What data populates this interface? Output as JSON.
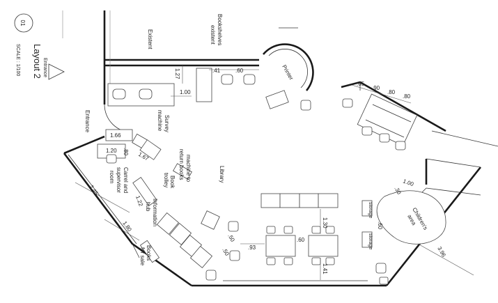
{
  "title_block": {
    "number": "01",
    "subtitle": "Entrance",
    "title": "Layout 2",
    "scale": "SCALE : 1/100"
  },
  "labels": {
    "existent": "Existent",
    "bookshelves_1": "Bookshelves",
    "bookshelves_2": "existent",
    "printer": "Printer",
    "entrance": "Entrance",
    "survey_1": "Survey",
    "survey_2": "machine",
    "return_1": "machine to",
    "return_2": "return books",
    "trolley_1": "Book",
    "trolley_2": "trolley",
    "library": "Library",
    "carrel_1": "Carrel and",
    "carrel_2": "supervisor",
    "carrel_3": "room",
    "info_1": "Information",
    "info_2": "hub",
    "books_1": "Books",
    "books_2": "for sale",
    "children_1": "Children's",
    "children_2": "area",
    "storage_1": "storage",
    "storage_2": "storage"
  },
  "dimensions": {
    "d127": "1.27",
    "d100": "1.00",
    "d41": ".41",
    "d60a": ".60",
    "d65": ".65",
    "d90": ".90",
    "d80a": ".80",
    "d80b": ".80",
    "d166": "1.66",
    "d120": "1.20",
    "d80c": ".80",
    "d167": "1.67",
    "d245": "2.45",
    "d180": "1.80",
    "d122": "1.22",
    "d130": "1.30",
    "d60b": ".60",
    "d93": ".93",
    "d60c": ".60",
    "d141": "1.41",
    "d50a": ".50",
    "d50b": ".50",
    "d100b": "1.00",
    "d30": ".30",
    "d60d": ".60",
    "d396": "3.96"
  }
}
